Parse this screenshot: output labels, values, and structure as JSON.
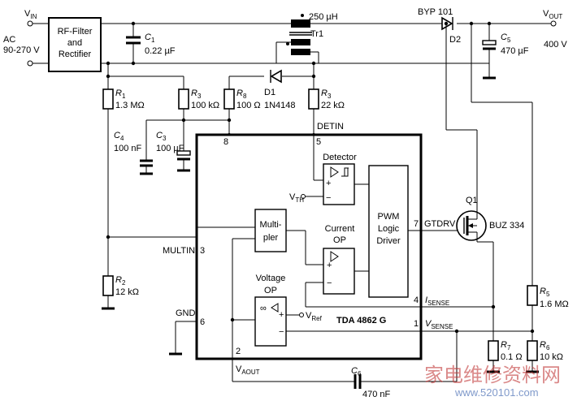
{
  "labels": {
    "vin": "V",
    "vin_sub": "IN",
    "vout": "V",
    "vout_sub": "OUT",
    "ac": "AC",
    "ac_range": "90-270 V",
    "rf_filter_1": "RF-Filter",
    "rf_filter_2": "and",
    "rf_filter_3": "Rectifier",
    "c1": "C",
    "c1_sub": "1",
    "c1_val": "0.22 µF",
    "inductor_val": "250 µH",
    "tr1": "Tr1",
    "byp": "BYP 101",
    "d2": "D2",
    "c5": "C",
    "c5_sub": "5",
    "c5_val": "470 µF",
    "v400": "400 V",
    "r1": "R",
    "r1_sub": "1",
    "r1_val": "1.3 MΩ",
    "r3a": "R",
    "r3a_sub": "3",
    "r3a_val": "100 kΩ",
    "r8": "R",
    "r8_sub": "8",
    "r8_val": "100 Ω",
    "d1": "D1",
    "d1_val": "1N4148",
    "r3b": "R",
    "r3b_sub": "3",
    "r3b_val": "22 kΩ",
    "c4": "C",
    "c4_sub": "4",
    "c4_val": "100 nF",
    "c3": "C",
    "c3_sub": "3",
    "c3_val": "100 µF",
    "detin": "DETIN",
    "pin8": "8",
    "pin5": "5",
    "detector": "Detector",
    "vth": "V",
    "vth_sub": "TH",
    "current_op_1": "Current",
    "current_op_2": "OP",
    "pwm_1": "PWM",
    "pwm_2": "Logic",
    "pwm_3": "Driver",
    "mult_1": "Multi-",
    "mult_2": "pler",
    "voltage_op_1": "Voltage",
    "voltage_op_2": "OP",
    "vref": "V",
    "vref_sub": "Ref",
    "multin": "MULTIN",
    "pin3": "3",
    "gnd": "GND",
    "pin6": "6",
    "pin2": "2",
    "pin7": "7",
    "pin4": "4",
    "pin1": "1",
    "gtdrv": "GTDRV",
    "isense": "I",
    "isense_sub": "SENSE",
    "vsense": "V",
    "vsense_sub": "SENSE",
    "chip": "TDA 4862 G",
    "q1": "Q1",
    "buz": "BUZ 334",
    "r2": "R",
    "r2_sub": "2",
    "r2_val": "12 kΩ",
    "r5": "R",
    "r5_sub": "5",
    "r5_val": "1.6 MΩ",
    "r7": "R",
    "r7_sub": "7",
    "r7_val": "0.1 Ω",
    "r6": "R",
    "r6_sub": "6",
    "r6_val": "10 kΩ",
    "vaout": "V",
    "vaout_sub": "AOUT",
    "c6": "C",
    "c6_sub": "6",
    "c6_val": "470 nF",
    "plus": "+",
    "minus": "−"
  },
  "watermark": {
    "text": "家电维修资料网",
    "url": "www.520101.com"
  }
}
